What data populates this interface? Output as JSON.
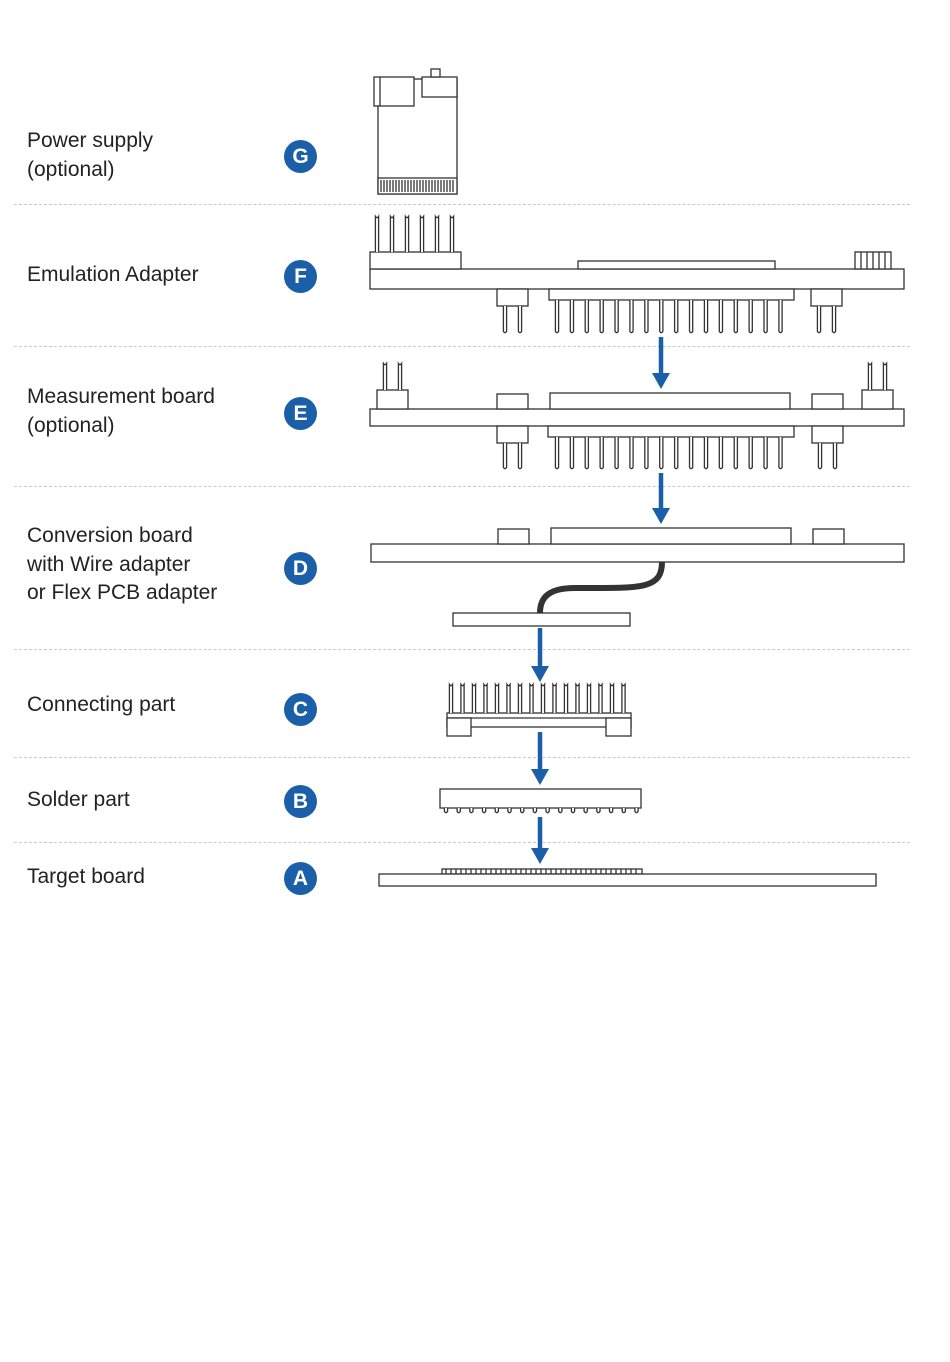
{
  "colors": {
    "badge": "#1b5fa8",
    "arrow": "#1b5fa8",
    "outline": "#333333",
    "cable": "#333333",
    "separator": "#c9c9c9"
  },
  "layers": [
    {
      "id": "G",
      "letter": "G",
      "lines": [
        "Power supply",
        "(optional)"
      ]
    },
    {
      "id": "F",
      "letter": "F",
      "lines": [
        "Emulation Adapter"
      ]
    },
    {
      "id": "E",
      "letter": "E",
      "lines": [
        "Measurement board",
        "(optional)"
      ]
    },
    {
      "id": "D",
      "letter": "D",
      "lines": [
        "Conversion board",
        "with Wire adapter",
        "or Flex PCB adapter"
      ]
    },
    {
      "id": "C",
      "letter": "C",
      "lines": [
        "Connecting part"
      ]
    },
    {
      "id": "B",
      "letter": "B",
      "lines": [
        "Solder part"
      ]
    },
    {
      "id": "A",
      "letter": "A",
      "lines": [
        "Target board"
      ]
    }
  ]
}
